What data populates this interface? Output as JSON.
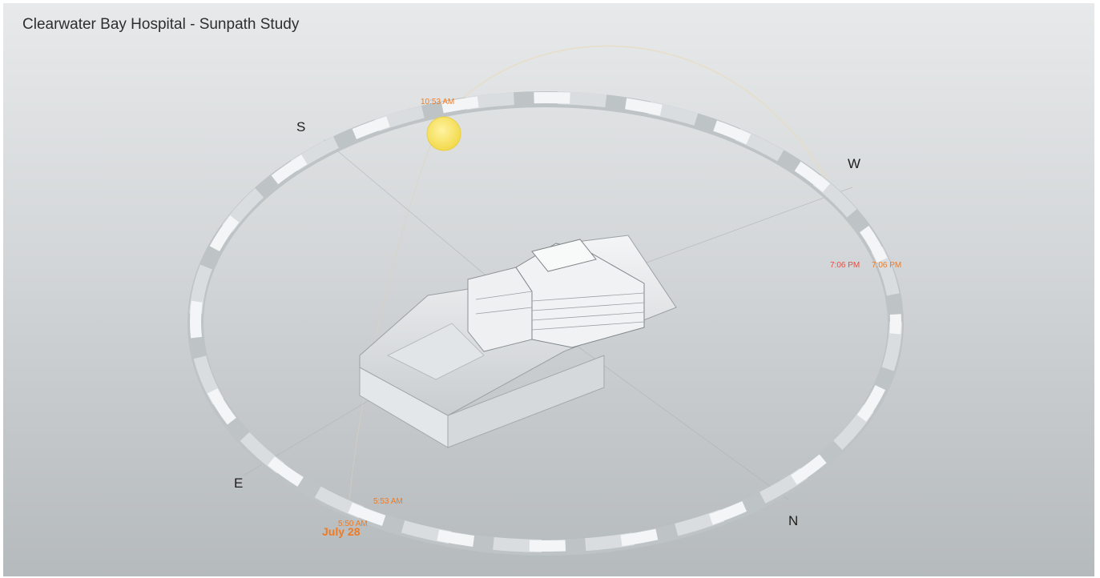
{
  "view": {
    "title": "Clearwater Bay Hospital - Sunpath Study"
  },
  "compass": {
    "south": "S",
    "west": "W",
    "east": "E",
    "north": "N"
  },
  "sun": {
    "current_time": "10:53 AM",
    "sunset_time": "7:06 PM",
    "sunset_time_2": "7:06 PM",
    "sunrise_time": "5:53 AM",
    "sunrise_time_2": "5:50 AM",
    "date": "July 28"
  },
  "colors": {
    "label_orange": "#f07a22",
    "label_red": "#ea4a3c",
    "sun_fill": "#f7e463",
    "ring": "#c9cdd0"
  }
}
